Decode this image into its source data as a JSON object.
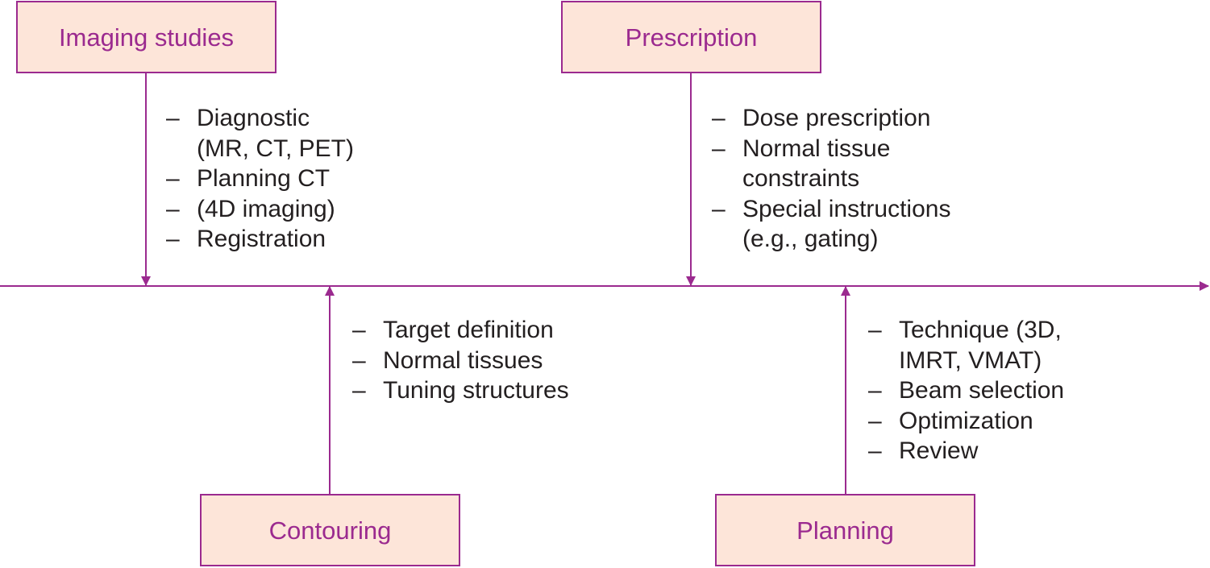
{
  "colors": {
    "accent": "#9b2a8f",
    "box_fill": "#fde5d9",
    "text": "#231f20"
  },
  "stages": {
    "imaging": {
      "label": "Imaging studies",
      "items": [
        [
          "Diagnostic",
          "(MR, CT, PET)"
        ],
        [
          "Planning CT"
        ],
        [
          "(4D imaging)"
        ],
        [
          "Registration"
        ]
      ]
    },
    "prescription": {
      "label": "Prescription",
      "items": [
        [
          "Dose prescription"
        ],
        [
          "Normal tissue",
          "constraints"
        ],
        [
          "Special instructions",
          "(e.g., gating)"
        ]
      ]
    },
    "contouring": {
      "label": "Contouring",
      "items": [
        [
          "Target definition"
        ],
        [
          "Normal tissues"
        ],
        [
          "Tuning structures"
        ]
      ]
    },
    "planning": {
      "label": "Planning",
      "items": [
        [
          "Technique (3D,",
          "IMRT, VMAT)"
        ],
        [
          "Beam selection"
        ],
        [
          "Optimization"
        ],
        [
          "Review"
        ]
      ]
    }
  }
}
